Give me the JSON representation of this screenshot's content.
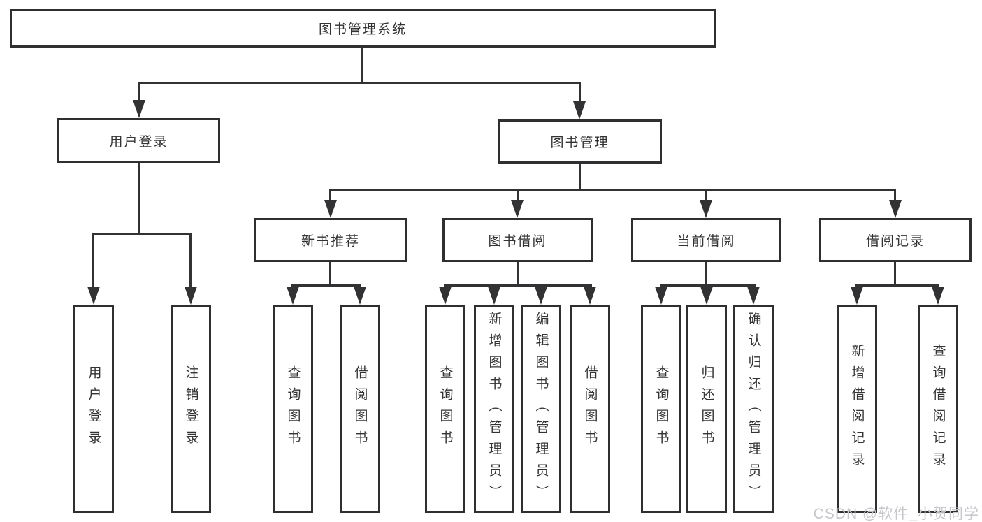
{
  "diagram": {
    "root": {
      "label": "图书管理系统"
    },
    "branches": [
      {
        "label": "用户登录",
        "children": [
          {
            "label": "用户登录"
          },
          {
            "label": "注销登录"
          }
        ]
      },
      {
        "label": "图书管理",
        "children": [
          {
            "label": "新书推荐",
            "children": [
              {
                "label": "查询图书"
              },
              {
                "label": "借阅图书"
              }
            ]
          },
          {
            "label": "图书借阅",
            "children": [
              {
                "label": "查询图书"
              },
              {
                "label": "新增图书（管理员）"
              },
              {
                "label": "编辑图书（管理员）"
              },
              {
                "label": "借阅图书"
              }
            ]
          },
          {
            "label": "当前借阅",
            "children": [
              {
                "label": "查询图书"
              },
              {
                "label": "归还图书"
              },
              {
                "label": "确认归还（管理员）"
              }
            ]
          },
          {
            "label": "借阅记录",
            "children": [
              {
                "label": "新增借阅记录"
              },
              {
                "label": "查询借阅记录"
              }
            ]
          }
        ]
      }
    ],
    "watermark": "CSDN @软件_小贺同学",
    "colors": {
      "line": "#323234",
      "border": "#2f2f31",
      "text": "#333333",
      "watermark_text": "#c6c6cb",
      "background": "#ffffff"
    }
  }
}
